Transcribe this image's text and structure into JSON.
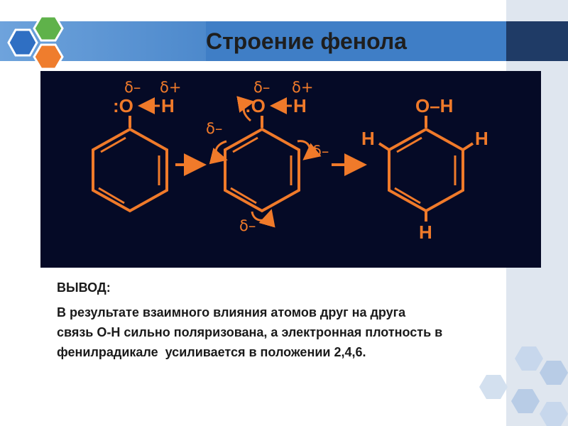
{
  "slide": {
    "title": "Строение фенола"
  },
  "diagram": {
    "structure1": {
      "oxygen": ":O",
      "hydrogen": "H",
      "delta_o": "δ–",
      "delta_h": "δ+"
    },
    "structure2": {
      "oxygen": ":O",
      "hydrogen": "H",
      "delta_o": "δ–",
      "delta_h": "δ+",
      "delta_ortho_left": "δ–",
      "delta_ortho_right": "δ–",
      "delta_para": "δ–"
    },
    "structure3": {
      "group": "O–H",
      "h_ortho_left": "H",
      "h_ortho_right": "H",
      "h_para": "H"
    }
  },
  "conclusion": {
    "heading": "ВЫВОД:",
    "lines": [
      "В результате взаимного влияния атомов друг на друга",
      "связь О-Н сильно поляризована, а электронная плотность в",
      "фенилрадикале  усиливается в положении 2,4,6."
    ]
  },
  "colors": {
    "title_bar": "#3f7ec6",
    "diagram_background": "#050a26",
    "molecule": "#f07a2a",
    "hex_blue": "#2f6fc3",
    "hex_green": "#5fb24a",
    "hex_orange": "#ef7d2d"
  }
}
